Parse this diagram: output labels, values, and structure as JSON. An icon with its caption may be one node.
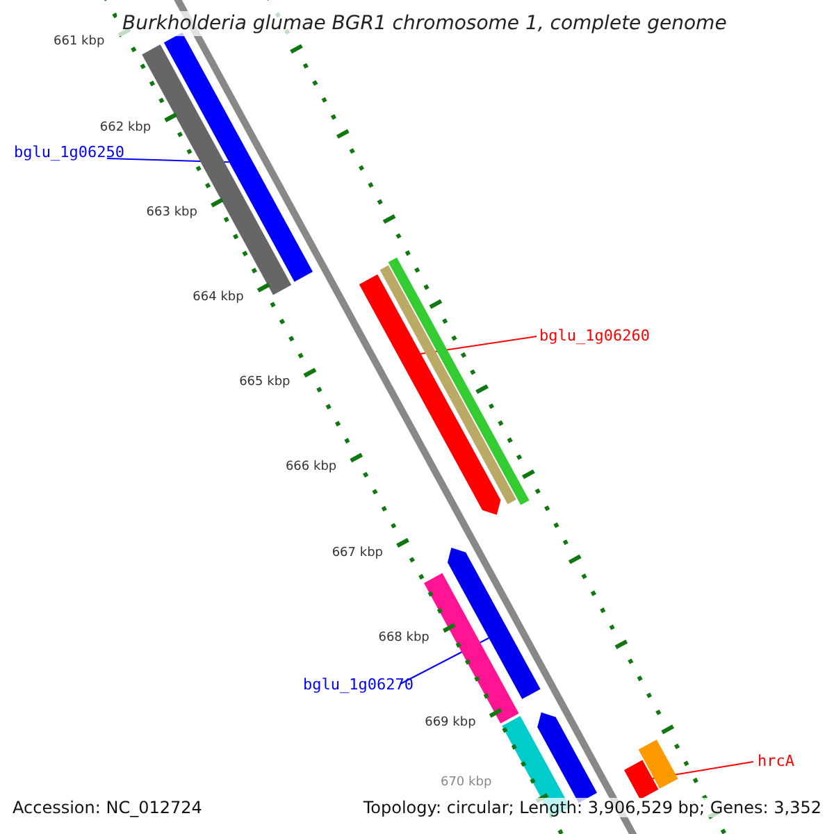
{
  "diagram": {
    "title": "Burkholderia glumae BGR1 chromosome 1, complete genome",
    "nodes": [
      {
        "text": [
          "bglu_1g06250"
        ]
      },
      {
        "text": [],
        "shape": "bar"
      },
      {
        "text": [
          "bglu_1g06260"
        ]
      },
      {
        "text": [],
        "shape": "bar"
      },
      {
        "text": [
          "bglu_1g06270"
        ]
      },
      {
        "text": [],
        "shape": "bar"
      },
      {
        "text": [
          "hrcA"
        ]
      },
      {
        "text": [],
        "shape": "bar"
      }
    ],
    "edges": [
      {
        "from": 0,
        "to": 1,
        "arrow": "none",
        "color": "#0000ff"
      },
      {
        "from": 2,
        "to": 3,
        "arrow": "none",
        "color": "#ff0000"
      },
      {
        "from": 4,
        "to": 5,
        "arrow": "none",
        "color": "#0000ff"
      },
      {
        "from": 6,
        "to": 7,
        "arrow": "none",
        "color": "#ff0000"
      }
    ],
    "labels": [
      "661 kbp",
      "662 kbp",
      "663 kbp",
      "664 kbp",
      "665 kbp",
      "666 kbp",
      "667 kbp",
      "668 kbp",
      "669 kbp",
      "670 kbp",
      "Accession: NC_012724",
      "Topology: circular; Length: 3,906,529 bp; Genes: 3,352"
    ]
  }
}
